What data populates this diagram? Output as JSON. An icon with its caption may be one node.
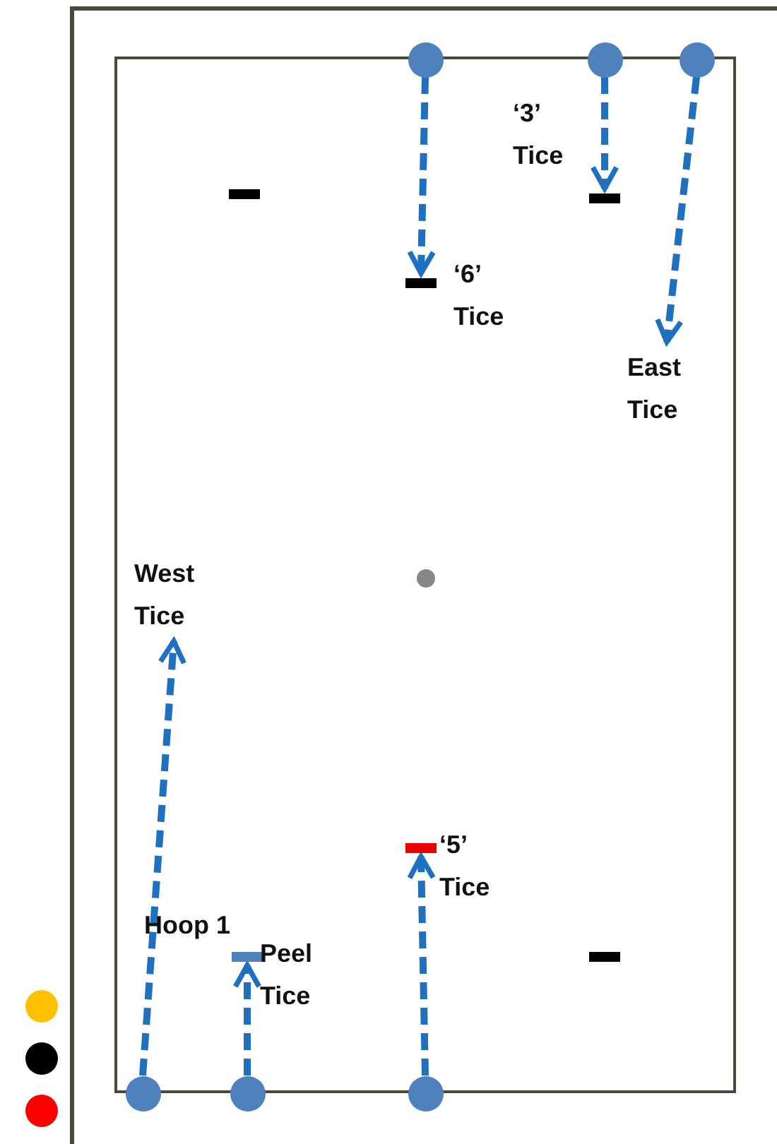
{
  "diagram": {
    "nodes": [
      {
        "text": [],
        "shape": "circle"
      },
      {
        "text": [],
        "shape": "circle"
      },
      {
        "text": [],
        "shape": "circle"
      },
      {
        "text": [],
        "shape": "bar"
      },
      {
        "text": [],
        "shape": "bar",
        "beside": [
          "‘3’ Tice"
        ]
      },
      {
        "text": [],
        "shape": "bar",
        "beside": [
          "‘6’ Tice"
        ]
      },
      {
        "text": [
          "East Tice"
        ]
      },
      {
        "text": [
          "West Tice"
        ]
      },
      {
        "text": [],
        "shape": "circle"
      },
      {
        "text": [],
        "shape": "bar",
        "beside": [
          "‘5’ Tice"
        ]
      },
      {
        "text": [],
        "shape": "bar",
        "beside": [
          "Hoop 1",
          "Peel Tice"
        ]
      },
      {
        "text": [],
        "shape": "bar"
      },
      {
        "text": [],
        "shape": "circle"
      },
      {
        "text": [],
        "shape": "circle"
      },
      {
        "text": [],
        "shape": "circle"
      },
      {
        "text": [],
        "shape": "circle"
      },
      {
        "text": [],
        "shape": "circle"
      },
      {
        "text": [],
        "shape": "circle"
      }
    ],
    "edges": [
      {
        "from": 0,
        "to": 5,
        "arrow": "to",
        "style": "dashed"
      },
      {
        "from": 1,
        "to": 4,
        "arrow": "to",
        "style": "dashed"
      },
      {
        "from": 2,
        "to": 6,
        "arrow": "to",
        "style": "dashed"
      },
      {
        "from": 12,
        "to": 7,
        "arrow": "to",
        "style": "dashed"
      },
      {
        "from": 13,
        "to": 10,
        "arrow": "to",
        "style": "dashed"
      },
      {
        "from": 14,
        "to": 9,
        "arrow": "to",
        "style": "dashed"
      }
    ]
  }
}
